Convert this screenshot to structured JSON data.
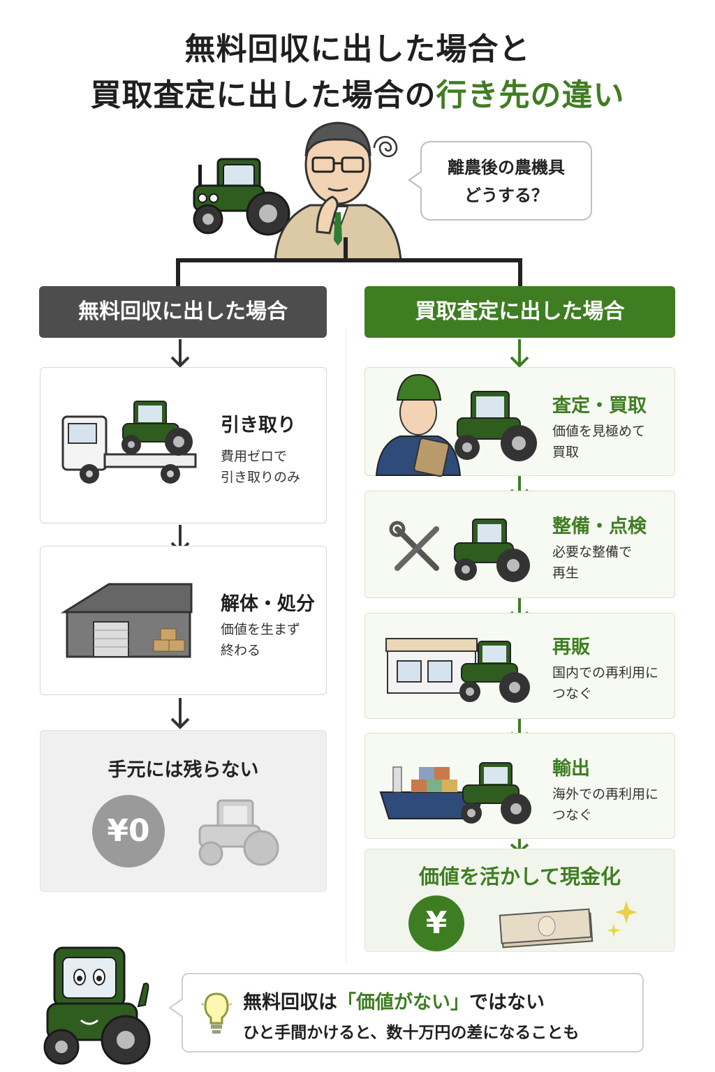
{
  "title": {
    "line1": "無料回収に出した場合と",
    "line2_main": "買取査定に出した場合の",
    "line2_accent": "行き先の違い"
  },
  "thought_bubble": {
    "line1": "離農後の農機具",
    "line2": "どうする？"
  },
  "left_column": {
    "header": "無料回収に出した場合",
    "steps": [
      {
        "title": "引き取り",
        "desc": "費用ゼロで\n引き取りのみ"
      },
      {
        "title": "解体・処分",
        "desc": "価値を生まず\n終わる"
      }
    ],
    "result": {
      "title": "手元には残らない",
      "value": "¥0"
    }
  },
  "right_column": {
    "header": "買取査定に出した場合",
    "steps": [
      {
        "title": "査定・買取",
        "desc": "価値を見極めて\n買取"
      },
      {
        "title": "整備・点検",
        "desc": "必要な整備で\n再生"
      },
      {
        "title": "再販",
        "desc": "国内での再利用に\nつなぐ"
      },
      {
        "title": "輸出",
        "desc": "海外での再利用に\nつなぐ"
      }
    ],
    "result": {
      "title": "価値を活かして現金化",
      "symbol": "¥"
    }
  },
  "tip": {
    "line1_prefix": "無料回収は",
    "line1_quote": "「価値がない」",
    "line1_suffix": "ではない",
    "line2": "ひと手間かけると、数十万円の差になることも"
  },
  "colors": {
    "accent_green": "#3f7d22",
    "tractor_green": "#2f5d1f",
    "dark_header": "#4d4d4d"
  }
}
